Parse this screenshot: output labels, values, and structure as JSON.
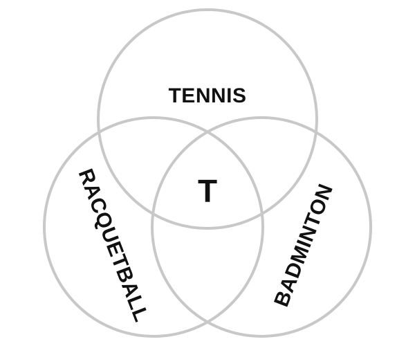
{
  "diagram": {
    "sets": [
      {
        "id": "tennis",
        "label": "TENNIS"
      },
      {
        "id": "racquetball",
        "label": "RACQUETBALL"
      },
      {
        "id": "badminton",
        "label": "BADMINTON"
      }
    ],
    "center_label": "T",
    "colors": {
      "ring": "#c8c8c8",
      "text": "#111111",
      "background": "#ffffff"
    }
  }
}
